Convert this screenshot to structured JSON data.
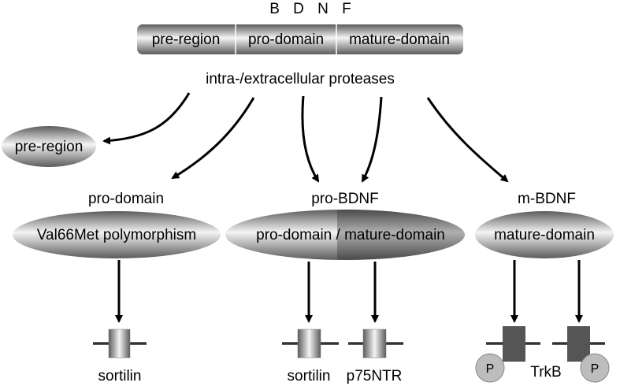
{
  "title": "B D N F",
  "precursor_segments": [
    "pre-region",
    "pro-domain",
    "mature-domain"
  ],
  "proteases_label": "intra-/extracellular proteases",
  "pre_region_label": "pre-region",
  "prodomain": {
    "heading": "pro-domain",
    "ellipse_label": "Val66Met polymorphism",
    "receptor": "sortilin"
  },
  "probdnf": {
    "heading": "pro-BDNF",
    "ellipse_label": "pro-domain / mature-domain",
    "receptor_1": "sortilin",
    "receptor_2": "p75NTR"
  },
  "mbdnf": {
    "heading": "m-BDNF",
    "ellipse_label": "mature-domain",
    "receptor": "TrkB",
    "phospho_left": "P",
    "phospho_right": "P"
  },
  "colors": {
    "gradient_light": "#f2f2f2",
    "gradient_dark": "#6a6a6a",
    "receptor_dark": "#555555",
    "phospho_fill": "#bdbdbd"
  }
}
